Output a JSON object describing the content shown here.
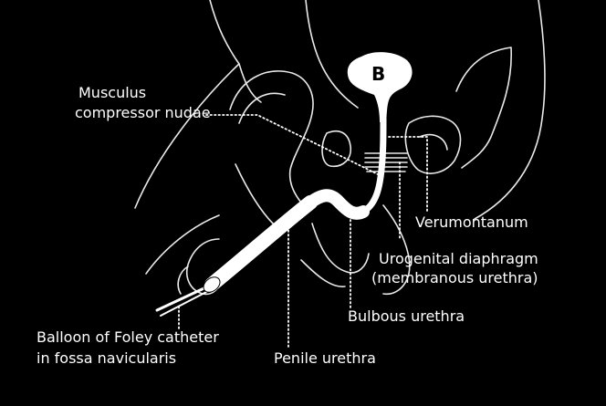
{
  "diagram": {
    "bladder_label": "B",
    "labels": {
      "musculus": [
        "Musculus",
        "compressor nudae"
      ],
      "verumontanum": [
        "Verumontanum"
      ],
      "urogenital": [
        "Urogenital diaphragm",
        "(membranous urethra)"
      ],
      "bulbous": [
        "Bulbous urethra"
      ],
      "balloon": [
        "Balloon of Foley catheter",
        "in fossa navicularis"
      ],
      "penile": [
        "Penile urethra"
      ]
    },
    "colors": {
      "background": "#000000",
      "line": "#ffffff",
      "outline": "#e9e9e9"
    }
  }
}
